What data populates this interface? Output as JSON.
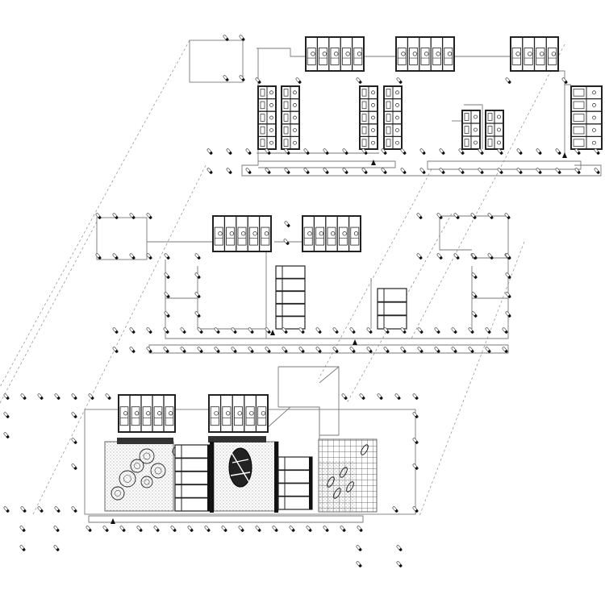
{
  "drawing": {
    "kind": "exploded axonometric floor plans",
    "levels": [
      "upper-floor",
      "middle-floor",
      "ground-floor"
    ],
    "colors": {
      "background": "#ffffff",
      "line": "#222222",
      "thin_line": "#8a8a8a",
      "dashed": "#9a9a9a",
      "hatch": "#555555",
      "column": "#111111"
    },
    "icons": [
      "column-marker-icon",
      "stair-arrow-icon",
      "tree-icon",
      "room-module-icon"
    ]
  }
}
